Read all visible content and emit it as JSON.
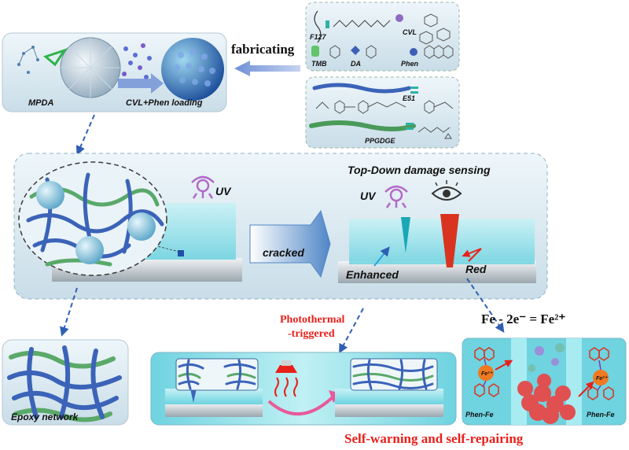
{
  "labels": {
    "fabricating": "fabricating",
    "mpda": "MPDA",
    "cvl_phen_loading": "CVL+Phen loading",
    "top_down": "Top-Down damage sensing",
    "uv_left": "UV",
    "uv_right": "UV",
    "cracked": "cracked",
    "enhanced": "Enhanced",
    "red": "Red",
    "photothermal": "Photothermal",
    "triggered": "-triggered",
    "fe_eq": "Fe - 2e⁻ = Fe²⁺",
    "epoxy_network": "Epoxy network",
    "self_warning": "Self-warning and self-repairing",
    "phen_fe_left": "Phen-Fe",
    "phen_fe_right": "Phen-Fe",
    "fe_ion_left": "Fe²⁺",
    "fe_ion_right": "Fe²⁺"
  },
  "molecules": {
    "f127": "F127",
    "cvl": "CVL",
    "tmb": "TMB",
    "da": "DA",
    "phen": "Phen",
    "e51": "E51",
    "ppgdge": "PPGDGE"
  },
  "colors": {
    "panel_bg": "#dcebf2",
    "accent_blue": "#2f5fb3",
    "network_blue": "#3b63b8",
    "network_green": "#5aa96a",
    "warning_red": "#e8201a",
    "cyan_block": "#7fdde8"
  }
}
